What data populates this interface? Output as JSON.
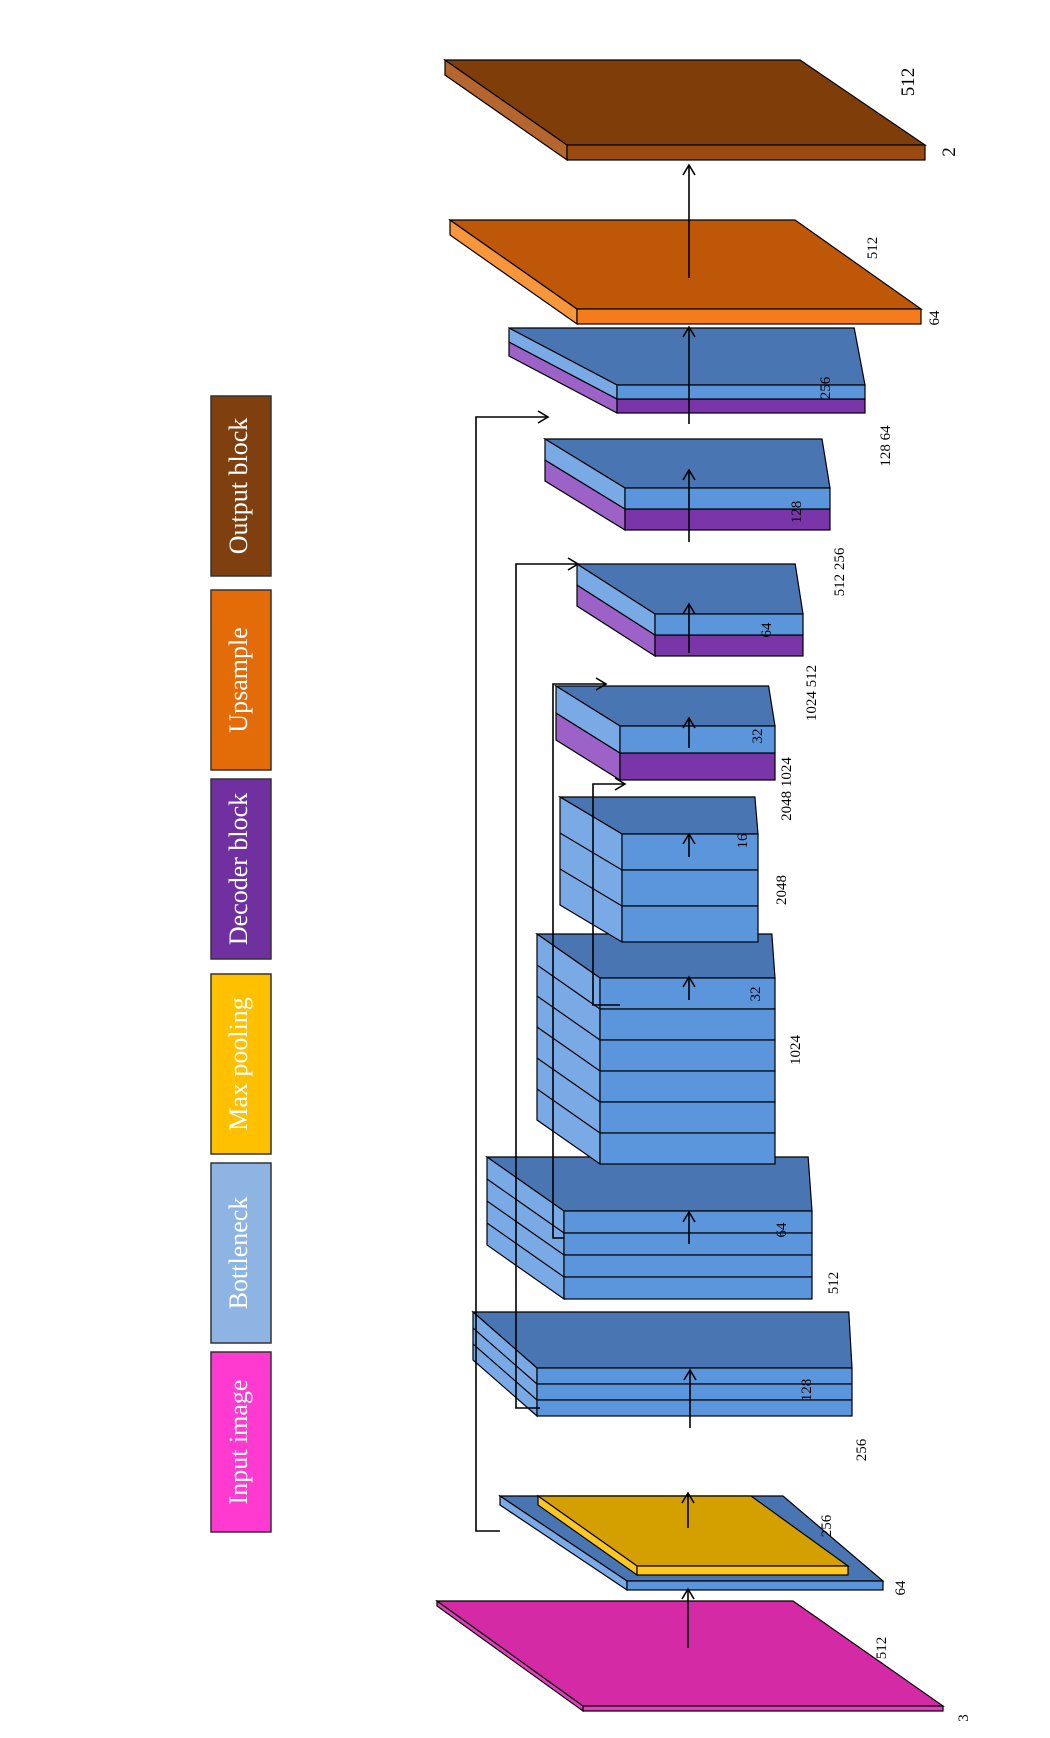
{
  "legend": [
    {
      "label": "Input image",
      "color": "#ff3ad0"
    },
    {
      "label": "Bottleneck",
      "color": "#8eb4e3"
    },
    {
      "label": "Max pooling",
      "color": "#ffc000"
    },
    {
      "label": "Decoder block",
      "color": "#7030a0"
    },
    {
      "label": "Upsample",
      "color": "#e36c09"
    },
    {
      "label": "Output block",
      "color": "#7f3f0f"
    }
  ],
  "colors": {
    "input_top": "#d42aa6",
    "input_side": "#e33fc0",
    "blue_top": "#4a75b3",
    "blue_front": "#5b95dc",
    "blue_side": "#7aaae6",
    "gold_top": "#d4a000",
    "gold_front": "#ffc820",
    "purple_top": "#7a35a8",
    "purple_side": "#9c62c8",
    "upsample_top": "#bf5708",
    "upsample_front": "#f47c1c",
    "upsample_side": "#f8963c",
    "output_top": "#7f3d0a",
    "output_front": "#9b4a10",
    "output_side": "#b5662e"
  },
  "dims": {
    "input": [
      "512",
      "3"
    ],
    "conv1": [
      "256",
      "64"
    ],
    "layer1": [
      "128",
      "256"
    ],
    "layer2": [
      "64",
      "512"
    ],
    "layer3": [
      "32",
      "1024"
    ],
    "layer4": [
      "16",
      "2048"
    ],
    "dec1": [
      "32",
      "2048 1024"
    ],
    "dec2": [
      "64",
      "1024 512"
    ],
    "dec3": [
      "128",
      "512  256"
    ],
    "dec4": [
      "256",
      "128 64"
    ],
    "upsample": [
      "512",
      "64"
    ],
    "output": [
      "512",
      "2"
    ]
  }
}
